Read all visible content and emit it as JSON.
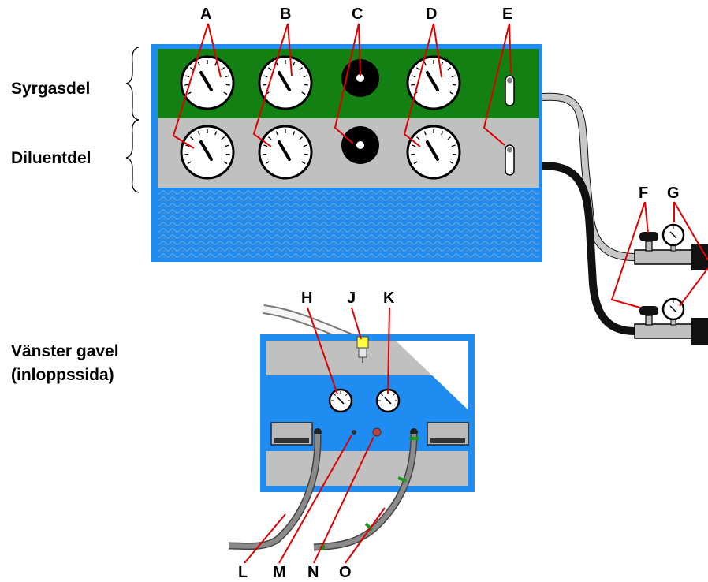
{
  "side_labels": {
    "oxygen": "Syrgasdel",
    "diluent": "Diluentdel",
    "left_end_line1": "Vänster gavel",
    "left_end_line2": "(inloppssida)"
  },
  "letters": {
    "A": "A",
    "B": "B",
    "C": "C",
    "D": "D",
    "E": "E",
    "F": "F",
    "G": "G",
    "H": "H",
    "J": "J",
    "K": "K",
    "L": "L",
    "M": "M",
    "N": "N",
    "O": "O"
  },
  "colors": {
    "frame_blue": "#1e8cf0",
    "oxygen_green": "#128012",
    "panel_gray": "#c0c0c0",
    "leader_red": "#e00000",
    "hose_gray": "#7a7a7a",
    "hose_light": "#c8c8c8"
  }
}
